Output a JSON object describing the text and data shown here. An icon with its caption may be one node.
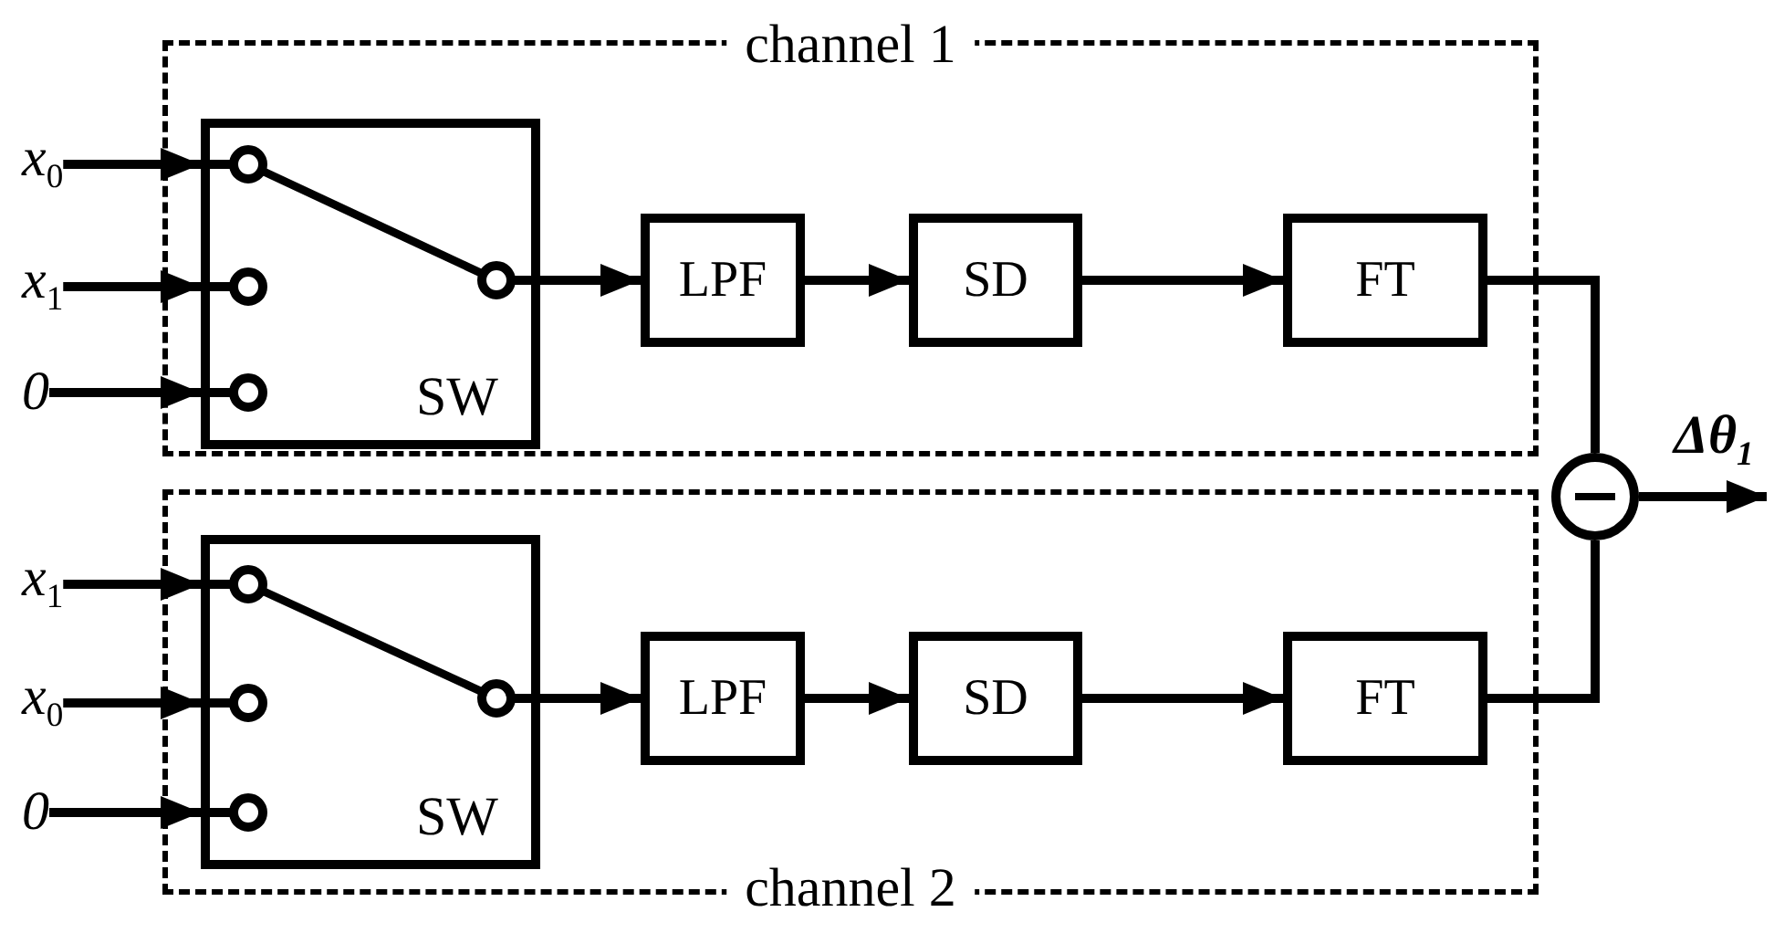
{
  "diagram": {
    "nodes": [
      {
        "text": [
          "channel 1"
        ]
      },
      {
        "text": [
          "SW"
        ],
        "in": 0
      },
      {
        "text": [
          "LPF"
        ],
        "in": 0
      },
      {
        "text": [
          "SD"
        ],
        "in": 0
      },
      {
        "text": [
          "FT"
        ],
        "in": 0
      },
      {
        "text": [
          "channel 2"
        ]
      },
      {
        "text": [
          "SW"
        ],
        "in": 5
      },
      {
        "text": [
          "LPF"
        ],
        "in": 5
      },
      {
        "text": [
          "SD"
        ],
        "in": 5
      },
      {
        "text": [
          "FT"
        ],
        "in": 5
      },
      {
        "text": [],
        "shape": "circle"
      },
      {
        "text": [
          "x$_{0}$"
        ]
      },
      {
        "text": [
          "x$_{1}$"
        ]
      },
      {
        "text": [
          "0"
        ]
      },
      {
        "text": [
          "x$_{1}$"
        ]
      },
      {
        "text": [
          "x$_{0}$"
        ]
      },
      {
        "text": [
          "0"
        ]
      }
    ],
    "edges": [
      {
        "from": 11,
        "to": 1,
        "arrow": "to"
      },
      {
        "from": 12,
        "to": 1,
        "arrow": "to"
      },
      {
        "from": 13,
        "to": 1,
        "arrow": "to"
      },
      {
        "from": 1,
        "to": 2,
        "arrow": "to"
      },
      {
        "from": 2,
        "to": 3,
        "arrow": "to"
      },
      {
        "from": 3,
        "to": 4,
        "arrow": "to"
      },
      {
        "from": 14,
        "to": 6,
        "arrow": "to"
      },
      {
        "from": 15,
        "to": 6,
        "arrow": "to"
      },
      {
        "from": 16,
        "to": 6,
        "arrow": "to"
      },
      {
        "from": 6,
        "to": 7,
        "arrow": "to"
      },
      {
        "from": 7,
        "to": 8,
        "arrow": "to"
      },
      {
        "from": 8,
        "to": 9,
        "arrow": "to"
      },
      {
        "from": 4,
        "to": 10,
        "arrow": "none"
      },
      {
        "from": 9,
        "to": 10,
        "arrow": "none"
      },
      {
        "from": 10,
        "to": null,
        "arrow": "to",
        "label": "Δθ$_{1}$"
      }
    ]
  }
}
